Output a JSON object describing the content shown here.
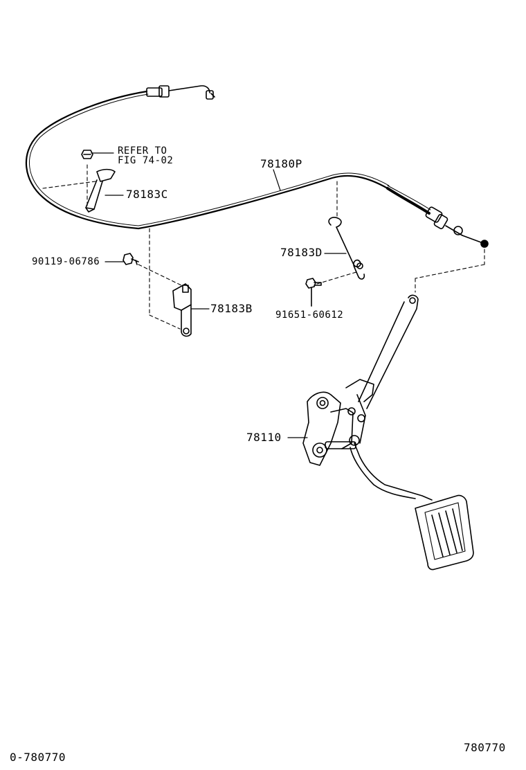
{
  "labels": {
    "refer_line1": "REFER TO",
    "refer_line2": "FIG 74-02",
    "part_78180P": "78180P",
    "part_78183C": "78183C",
    "part_90119": "90119-06786",
    "part_78183D": "78183D",
    "part_91651": "91651-60612",
    "part_78183B": "78183B",
    "part_78110": "78110"
  },
  "footer": {
    "left_code": "0-780770",
    "right_code": "780770"
  },
  "colors": {
    "line": "#000000",
    "background": "#ffffff"
  }
}
